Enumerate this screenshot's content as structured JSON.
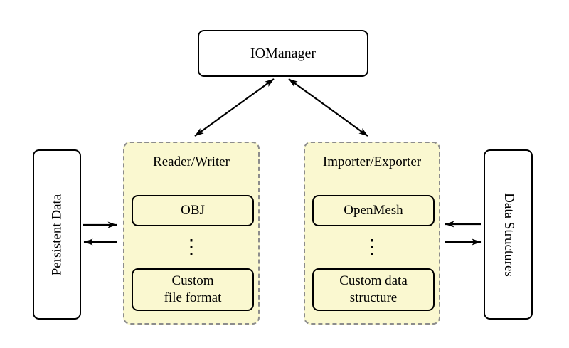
{
  "nodes": {
    "iomanager": "IOManager",
    "persistent_data": "Persistent Data",
    "data_structures": "Data Structures"
  },
  "groups": [
    {
      "title": "Reader/Writer",
      "box1": "OBJ",
      "dots": "⋮",
      "box2_line1": "Custom",
      "box2_line2": "file format"
    },
    {
      "title": "Importer/Exporter",
      "box1": "OpenMesh",
      "dots": "⋮",
      "box2_line1": "Custom data",
      "box2_line2": "structure"
    }
  ],
  "arrows": [
    {
      "name": "iomanager-reader-writer",
      "type": "double"
    },
    {
      "name": "iomanager-importer-exporter",
      "type": "double"
    },
    {
      "name": "persistent-data-to-reader-writer",
      "type": "right"
    },
    {
      "name": "reader-writer-to-persistent-data",
      "type": "left"
    },
    {
      "name": "data-structures-to-importer-exporter",
      "type": "left"
    },
    {
      "name": "importer-exporter-to-data-structures",
      "type": "right"
    }
  ],
  "colors": {
    "group_fill": "#FAF8D0",
    "group_border": "#8C8C8C",
    "node_border": "#000000",
    "node_fill": "#FFFFFF",
    "arrow": "#000000",
    "background": "#FFFFFF"
  }
}
